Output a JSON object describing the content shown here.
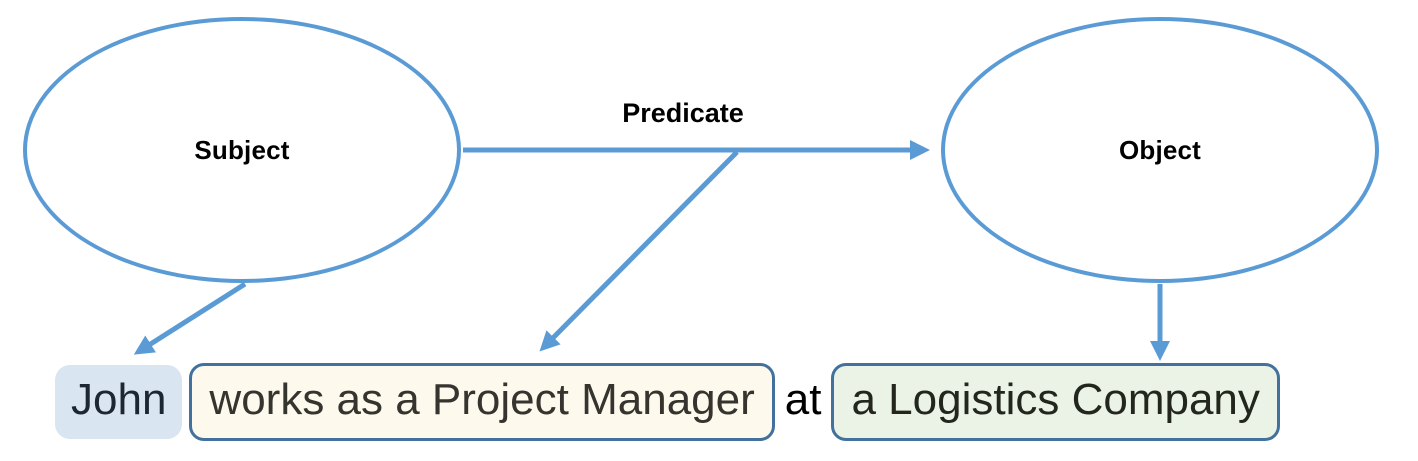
{
  "nodes": {
    "subject_label": "Subject",
    "predicate_label": "Predicate",
    "object_label": "Object"
  },
  "sentence": {
    "subject_text": "John",
    "predicate_text": "works as a Project Manager",
    "connector_text": "at",
    "object_text": "a Logistics Company"
  },
  "colors": {
    "accent_blue": "#5B9BD5",
    "box_border_blue": "#41719C",
    "subject_highlight_fill": "#DAE5F2",
    "predicate_box_fill": "#FDF9ED",
    "object_box_fill": "#EBF2E6",
    "label_text": "#000000"
  }
}
